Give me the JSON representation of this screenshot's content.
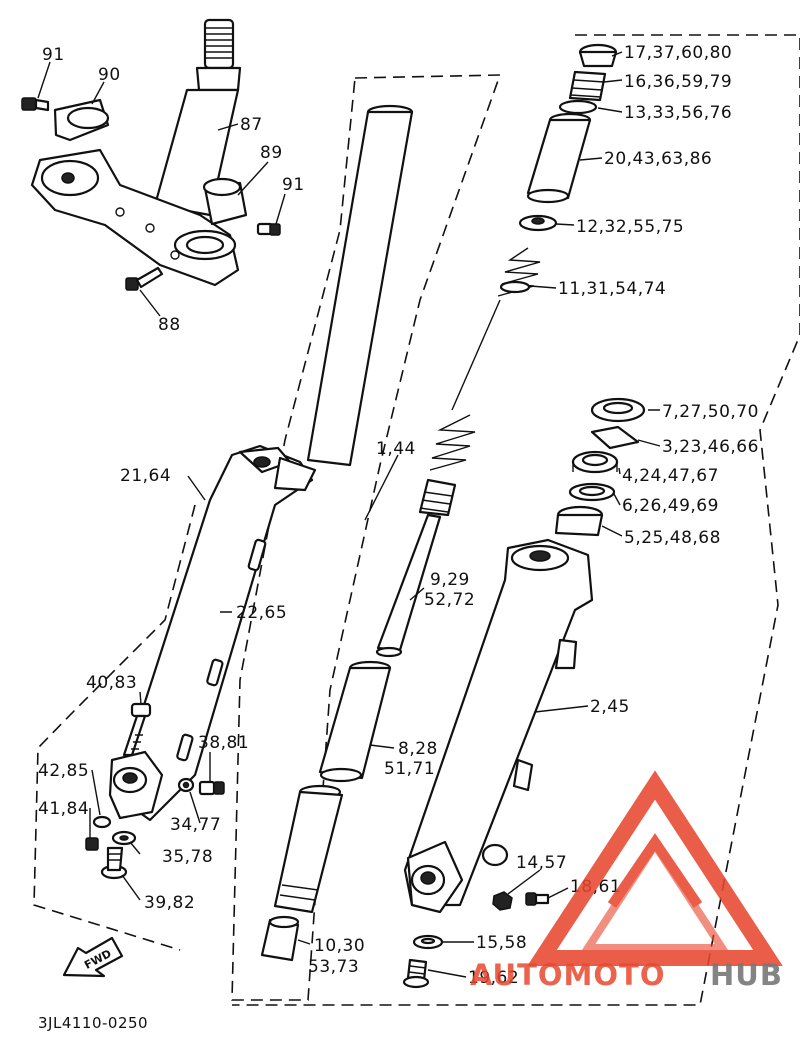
{
  "parts": {
    "p91a": "91",
    "p90": "90",
    "p87": "87",
    "p89": "89",
    "p91b": "91",
    "p88": "88",
    "p17": "17,37,60,80",
    "p16": "16,36,59,79",
    "p13": "13,33,56,76",
    "p20": "20,43,63,86",
    "p12": "12,32,55,75",
    "p11": "11,31,54,74",
    "p7": "7,27,50,70",
    "p3": "3,23,46,66",
    "p4": "4,24,47,67",
    "p6": "6,26,49,69",
    "p5": "5,25,48,68",
    "p1": "1,44",
    "p21": "21,64",
    "p9a": "9,29",
    "p9b": "52,72",
    "p22": "22,65",
    "p2": "2,45",
    "p40": "40,83",
    "p8a": "8,28",
    "p8b": "51,71",
    "p38": "38,81",
    "p42": "42,85",
    "p41": "41,84",
    "p34": "34,77",
    "p35": "35,78",
    "p39": "39,82",
    "p14": "14,57",
    "p18": "18,61",
    "p15": "15,58",
    "p10a": "10,30",
    "p10b": "53,73",
    "p19": "19,62"
  },
  "fwd": "FWD",
  "drawing_code": "3JL4110-0250",
  "watermark": {
    "part1": "AUTOMOTO",
    "part2": "HUB",
    "color_accent": "#e8472f",
    "color_dark": "#777777"
  }
}
